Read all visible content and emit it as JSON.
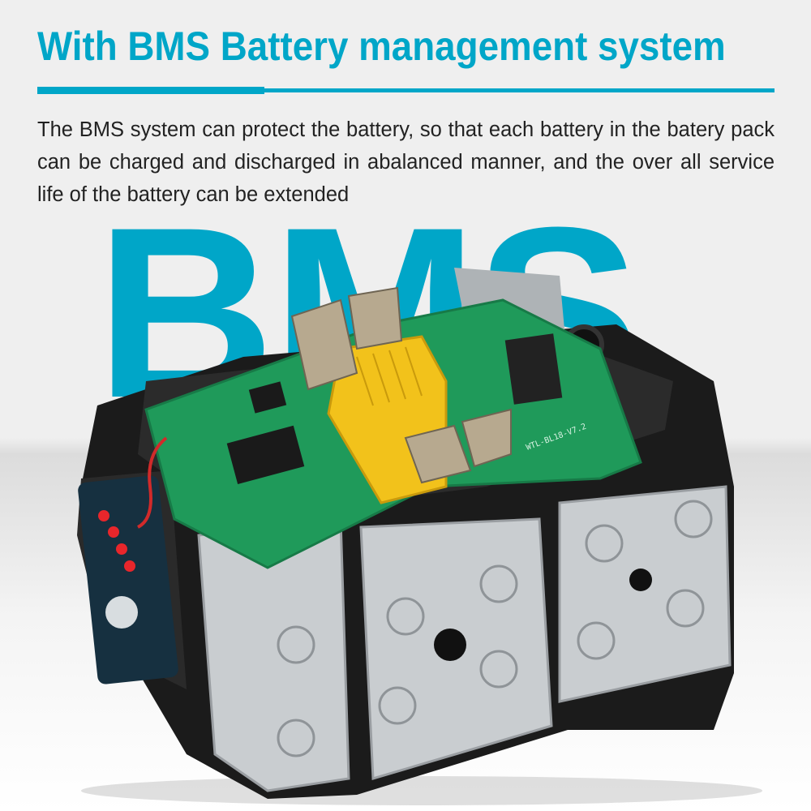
{
  "header": {
    "title": "With BMS Battery management system",
    "description": "The BMS system can protect the battery, so that each battery in the batery pack can be charged and discharged in abalanced manner, and the over all service life of the battery can be extended"
  },
  "hero": {
    "big_text": "BMS",
    "pcb_label": "WTL-BL18-V7.2"
  },
  "colors": {
    "accent": "#00a6c8",
    "text": "#222222",
    "pcb": "#1f9a5a",
    "connector": "#f2c21b"
  }
}
